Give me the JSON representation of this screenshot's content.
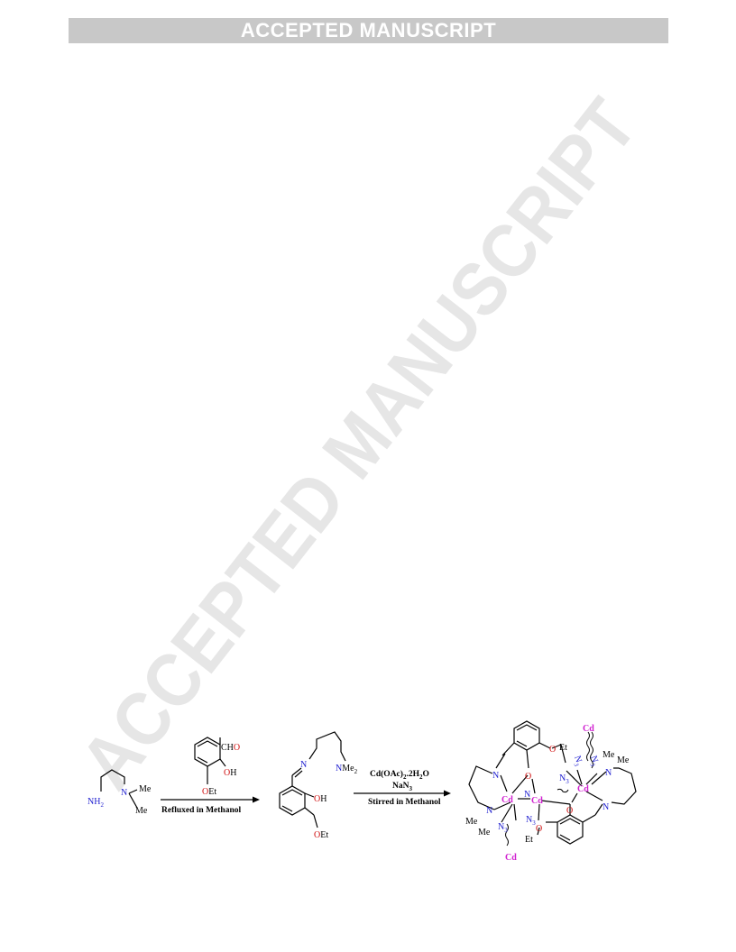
{
  "header": {
    "banner": "ACCEPTED MANUSCRIPT"
  },
  "watermark": {
    "text": "ACCEPTED MANUSCRIPT",
    "color": "#e6e6e6"
  },
  "scheme": {
    "reactant1": {
      "nh2": "NH",
      "nh2_sub": "2",
      "n": "N",
      "me1": "Me",
      "me2": "Me"
    },
    "reactant2": {
      "cho_c": "CH",
      "cho_o": "O",
      "oh_o": "O",
      "oh_h": "H",
      "oet_o": "O",
      "oet_et": "Et"
    },
    "arrow1": {
      "label": "Refluxed in Methanol"
    },
    "intermediate": {
      "n": "N",
      "nme2_n": "N",
      "nme2_me": "Me",
      "nme2_sub": "2",
      "oh_o": "O",
      "oh_h": "H",
      "oet_o": "O",
      "oet_et": "Et"
    },
    "arrow2": {
      "reagent1_a": "Cd(OAc)",
      "reagent1_sub": "2",
      "reagent1_b": ".2H",
      "reagent1_sub2": "2",
      "reagent1_c": "O",
      "reagent2_a": "NaN",
      "reagent2_sub": "3",
      "label": "Stirred in Methanol"
    },
    "product": {
      "cd": "Cd",
      "n": "N",
      "o": "O",
      "n3": "N",
      "n3_sub": "3",
      "me": "Me",
      "et": "Et"
    }
  }
}
